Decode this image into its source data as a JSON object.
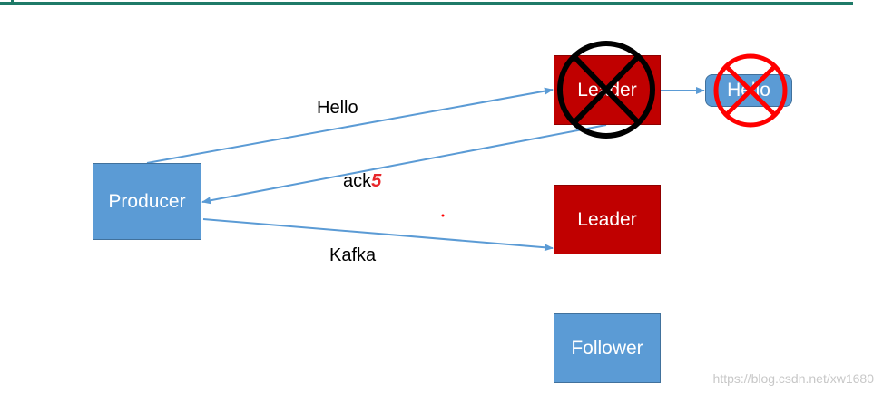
{
  "nodes": {
    "producer": "Producer",
    "leader_failed": "Leader",
    "follower_copy": "Hello",
    "leader_new": "Leader",
    "follower": "Follower"
  },
  "edges": {
    "hello": "Hello",
    "ack": "ack",
    "ack_mark": "5",
    "kafka": "Kafka"
  },
  "colors": {
    "node_blue": "#5b9bd5",
    "node_red": "#c00000",
    "arrow": "#5b9bd5",
    "cross_black": "#000000",
    "cross_red": "#ff0000"
  },
  "watermark": "https://blog.csdn.net/xw1680"
}
